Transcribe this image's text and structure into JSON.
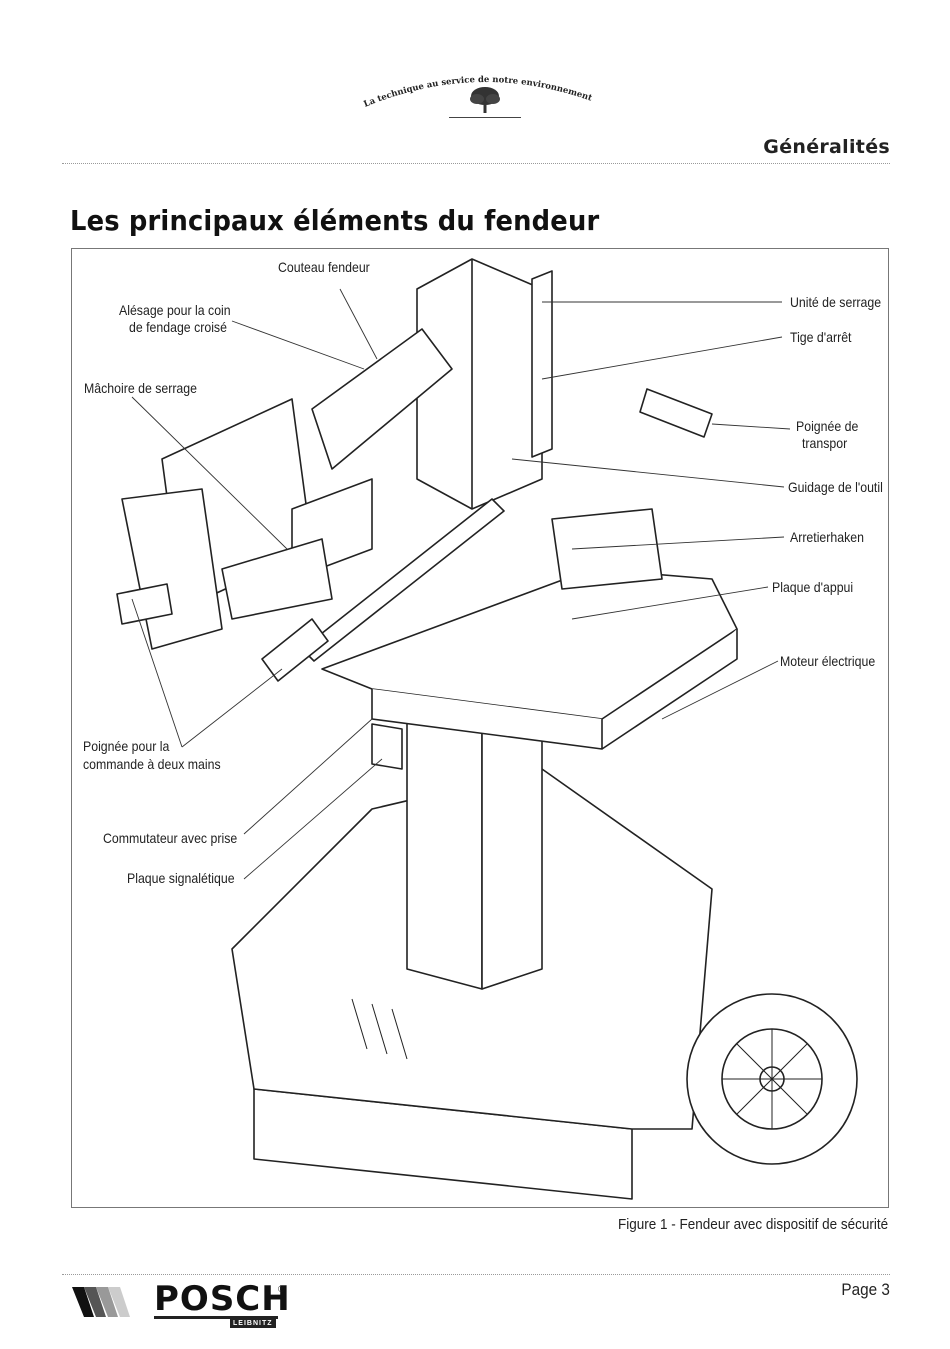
{
  "header": {
    "motto": "La technique au service de notre environnement",
    "section": "Généralités"
  },
  "title": "Les principaux éléments du fendeur",
  "figure": {
    "callouts": {
      "couteau": "Couteau fendeur",
      "alesage_1": "Alésage pour la coin",
      "alesage_2": "de fendage croisé",
      "machoire": "Mâchoire de serrage",
      "poignee_mains_1": "Poignée pour la",
      "poignee_mains_2": "commande à deux mains",
      "commutateur": "Commutateur avec prise",
      "plaque_signal": "Plaque signalétique",
      "unite": "Unité de serrage",
      "tige": "Tige d'arrêt",
      "poignee_transport_1": "Poignée de",
      "poignee_transport_2": "transpor",
      "guidage": "Guidage de l'outil",
      "arretierhaken": "Arretierhaken",
      "plaque_appui": "Plaque d'appui",
      "moteur": "Moteur électrique"
    },
    "caption": "Figure 1 - Fendeur avec dispositif de sécurité"
  },
  "footer": {
    "brand": "POSCH",
    "brand_sub": "LEIBNITZ",
    "page": "Page 3"
  }
}
